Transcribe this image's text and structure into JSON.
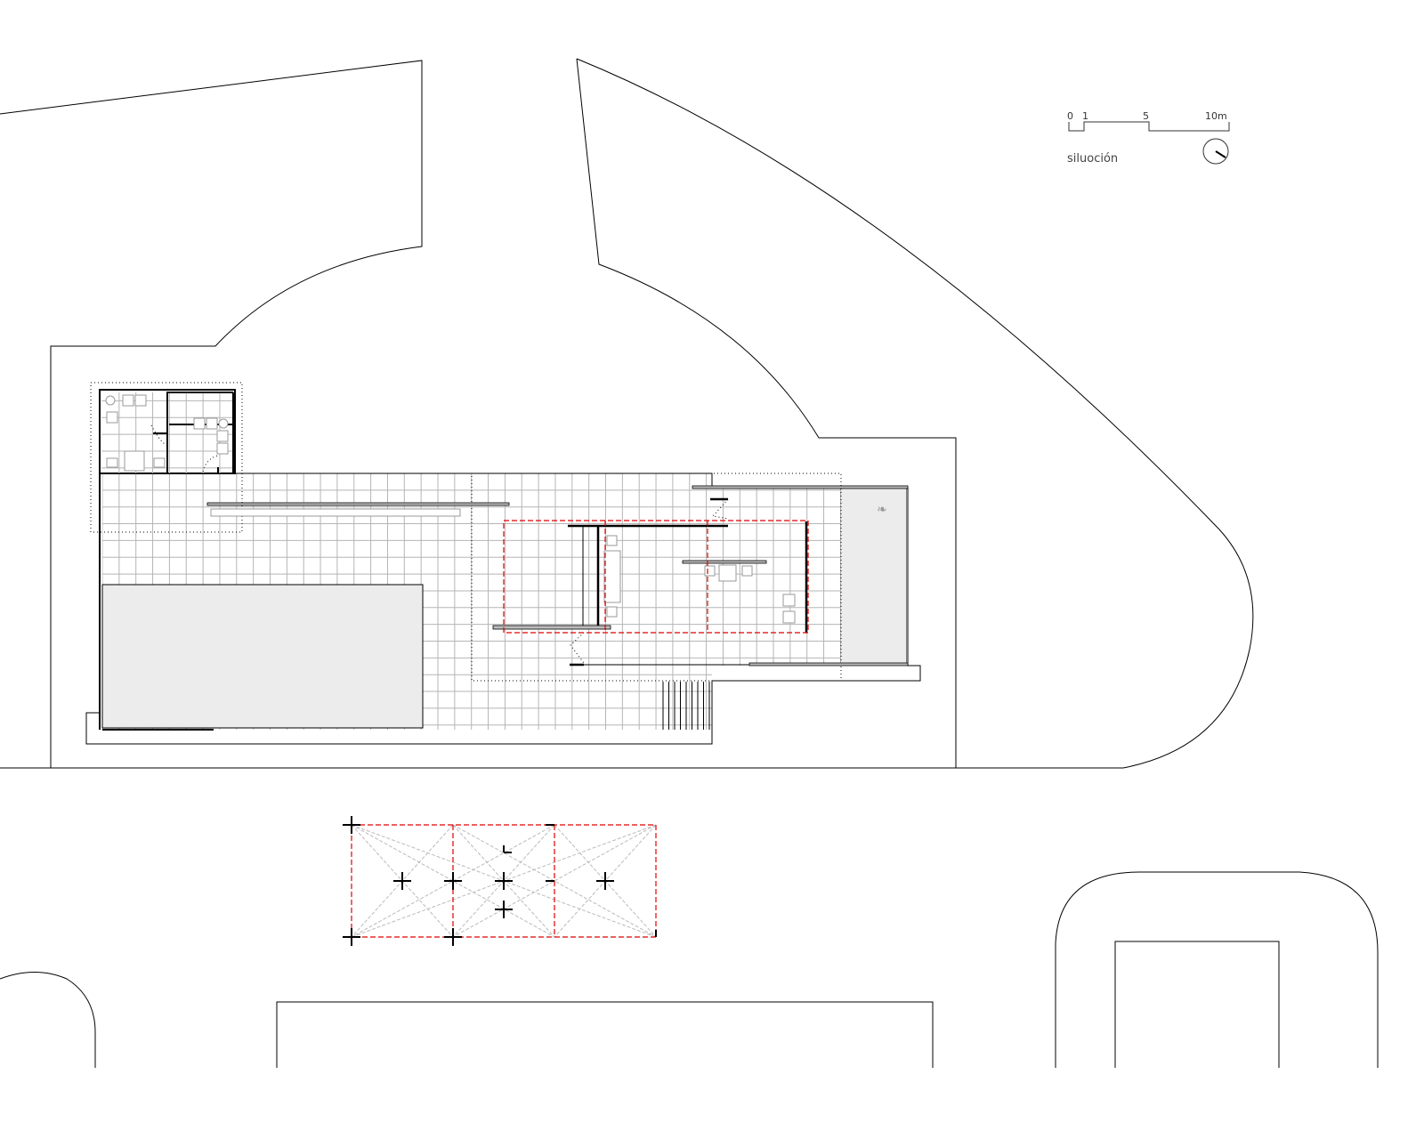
{
  "scale_bar": {
    "ticks": [
      "0",
      "1",
      "5",
      "10m"
    ]
  },
  "caption": "siluoción",
  "colors": {
    "line": "#000000",
    "grid": "#b5b5b5",
    "pool": "#ececec",
    "structure": "#e00000",
    "wall_fill": "#bdbdbd"
  },
  "icons": {
    "north": "north-arrow-icon",
    "sculpture": "sculpture-icon"
  }
}
